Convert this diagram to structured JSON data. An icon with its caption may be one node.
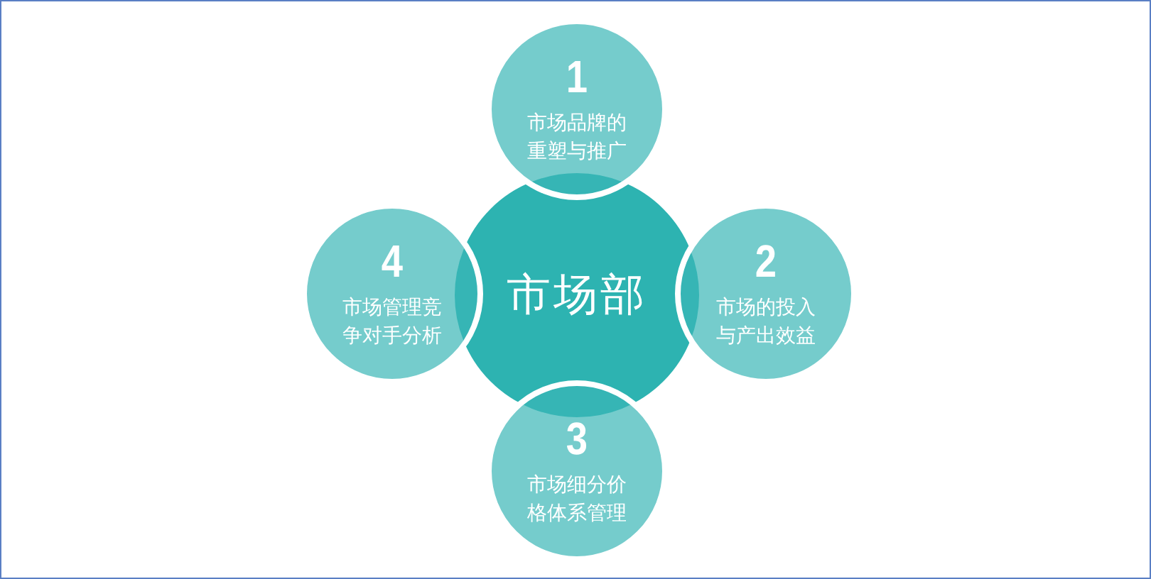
{
  "diagram": {
    "nodes": [
      {
        "text": [
          "市场部"
        ]
      },
      {
        "text": [
          "1",
          "市场品牌的重塑与推广"
        ]
      },
      {
        "text": [
          "2",
          "市场的投入与产出效益"
        ]
      },
      {
        "text": [
          "3",
          "市场细分价格体系管理"
        ]
      },
      {
        "text": [
          "4",
          "市场管理竞争对手分析"
        ]
      }
    ]
  }
}
